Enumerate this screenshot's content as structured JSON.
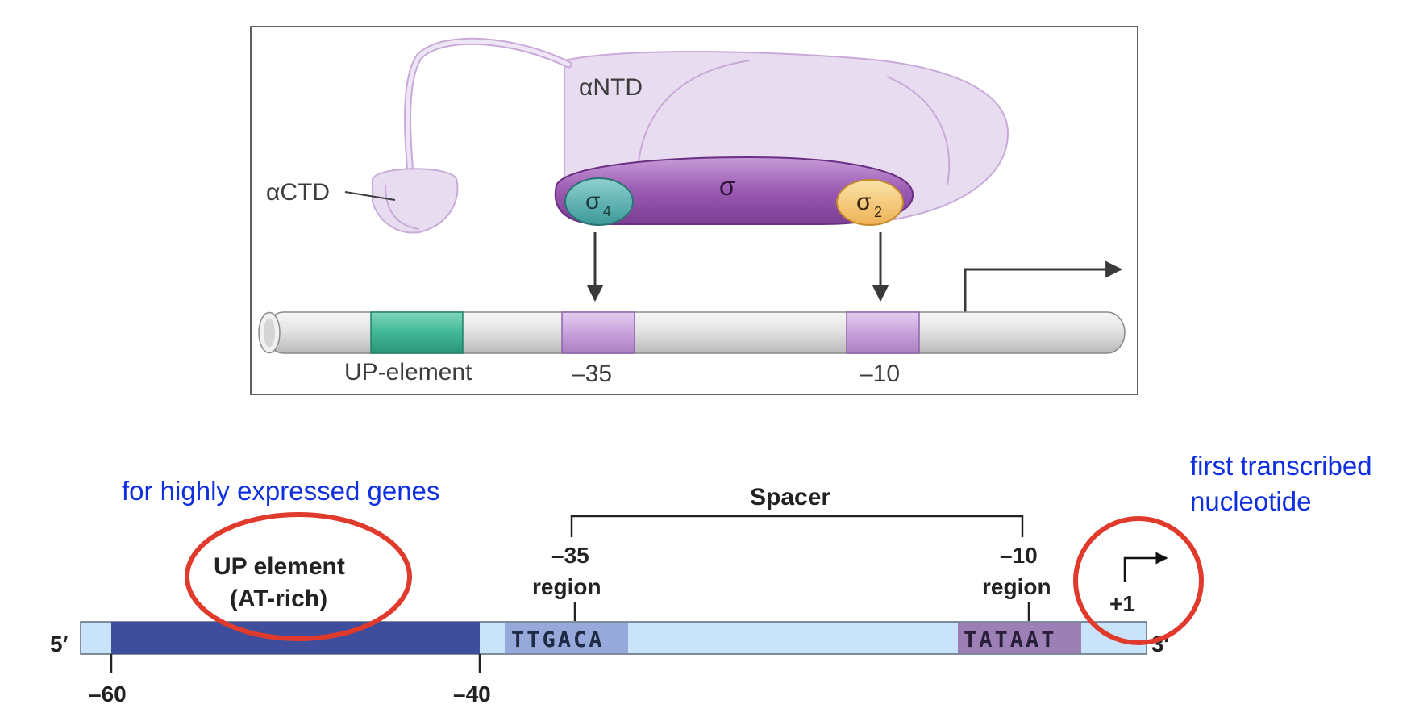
{
  "top_panel": {
    "labels": {
      "alpha_ntd": "αNTD",
      "alpha_ctd": "αCTD",
      "sigma": "σ",
      "sigma4": "σ",
      "sigma4_sub": "4",
      "sigma2": "σ",
      "sigma2_sub": "2",
      "up_element": "UP-element",
      "minus35": "–35",
      "minus10": "–10"
    },
    "colors": {
      "rnap": "#e8dcf0",
      "sigma": "#9b5ab3",
      "sigma4": "#4aa8a8",
      "sigma2": "#f3c36b",
      "up_element": "#3fb795",
      "promoter_box": "#c9a2dc",
      "dna": "#e6e6e6"
    }
  },
  "bottom_panel": {
    "annotation_up": "for highly expressed genes",
    "annotation_start_line1": "first transcribed",
    "annotation_start_line2": "nucleotide",
    "spacer": "Spacer",
    "minus35_line1": "–35",
    "minus35_line2": "region",
    "minus10_line1": "–10",
    "minus10_line2": "region",
    "up_element_line1": "UP element",
    "up_element_line2": "(AT-rich)",
    "plus1": "+1",
    "five_prime": "5′",
    "three_prime": "3′",
    "seq_minus35": "TTGACA",
    "seq_minus10": "TATAAT",
    "tick_minus60": "–60",
    "tick_minus40": "–40",
    "colors": {
      "dna": "#c9e4fa",
      "up_element": "#3e4d9c",
      "box35": "#96a9da",
      "box10": "#9b7fb5",
      "highlight": "#e03a2c",
      "annotation": "#1030e0"
    }
  }
}
